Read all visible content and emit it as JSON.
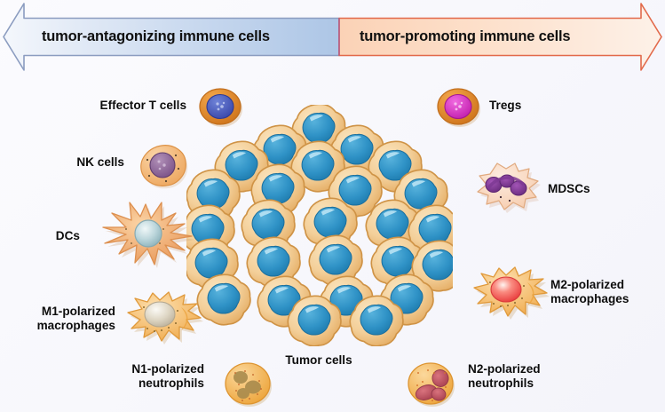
{
  "figure": {
    "title_present": false,
    "background_color": "#f8f8fd"
  },
  "banner": {
    "left_segment": {
      "label": "tumor-antagonizing immune cells",
      "fill_start": "#f2f6fc",
      "fill_end": "#b4cbe8",
      "stroke": "#8a9cc0",
      "direction": "left"
    },
    "right_segment": {
      "label": "tumor-promoting immune cells",
      "fill_start": "#fbd3b8",
      "fill_end": "#fdeee4",
      "stroke": "#e2694a",
      "direction": "right"
    }
  },
  "cells": {
    "left": [
      {
        "id": "effector-t-cells",
        "label": "Effector T cells",
        "label_lines": [
          "Effector T cells"
        ],
        "icon": "effector-t-cell-icon",
        "membrane_color": "#e8912f",
        "nucleus_color": "#4a5fc4"
      },
      {
        "id": "nk-cells",
        "label": "NK cells",
        "label_lines": [
          "NK cells"
        ],
        "icon": "nk-cell-icon",
        "membrane_color": "#f2b97e",
        "nucleus_color": "#8e6f99"
      },
      {
        "id": "dcs",
        "label": "DCs",
        "label_lines": [
          "DCs"
        ],
        "icon": "dendritic-cell-icon",
        "membrane_color": "#efa463",
        "nucleus_color": "#a8c5cc"
      },
      {
        "id": "m1-macrophages",
        "label": "M1-polarized macrophages",
        "label_lines": [
          "M1-polarized",
          "macrophages"
        ],
        "icon": "m1-macrophage-icon",
        "membrane_color": "#f3b457",
        "nucleus_color": "#cfc6b4"
      },
      {
        "id": "n1-neutrophils",
        "label": "N1-polarized neutrophils",
        "label_lines": [
          "N1-polarized",
          "neutrophils"
        ],
        "icon": "n1-neutrophil-icon",
        "membrane_color": "#efa93e",
        "nucleus_color": "#a58a4e"
      }
    ],
    "right": [
      {
        "id": "tregs",
        "label": "Tregs",
        "label_lines": [
          "Tregs"
        ],
        "icon": "treg-cell-icon",
        "membrane_color": "#e8912f",
        "nucleus_color": "#d32ec0"
      },
      {
        "id": "mdscs",
        "label": "MDSCs",
        "label_lines": [
          "MDSCs"
        ],
        "icon": "mdsc-cell-icon",
        "membrane_color": "#f6d1b6",
        "nucleus_color": "#7a3d8f"
      },
      {
        "id": "m2-macrophages",
        "label": "M2-polarized macrophages",
        "label_lines": [
          "M2-polarized",
          "macrophages"
        ],
        "icon": "m2-macrophage-icon",
        "membrane_color": "#f3b457",
        "nucleus_color": "#ef4b4b"
      },
      {
        "id": "n2-neutrophils",
        "label": "N2-polarized neutrophils",
        "label_lines": [
          "N2-polarized",
          "neutrophils"
        ],
        "icon": "n2-neutrophil-icon",
        "membrane_color": "#efa93e",
        "nucleus_color": "#c2555f"
      }
    ],
    "center": {
      "id": "tumor-cells",
      "label": "Tumor cells",
      "icon": "tumor-cell-cluster-icon",
      "cell_count": 26,
      "membrane_color": "#e9b36a",
      "cytoplasm_color": "#f6d9a8",
      "nucleus_color": "#2e91c4"
    }
  }
}
